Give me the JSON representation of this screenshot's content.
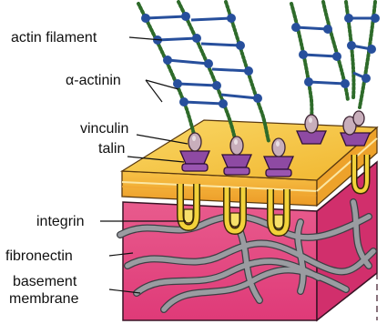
{
  "labels": {
    "actin": "actin filament",
    "actinin": "α-actinin",
    "vinculin": "vinculin",
    "talin": "talin",
    "integrin": "integrin",
    "fibronectin": "fibronectin",
    "basement_line1": "basement",
    "basement_line2": "membrane"
  },
  "colors": {
    "membrane_top": "#f6c23d",
    "membrane_side": "#f3a52a",
    "ecm": "#e4437f",
    "actin": "#2e6b2a",
    "actinin": "#274f9c",
    "talin": "#8e4aa3",
    "vinculin": "#c8aebb",
    "integrin": "#f2d23a",
    "fibronectin": "#8a8c90"
  }
}
